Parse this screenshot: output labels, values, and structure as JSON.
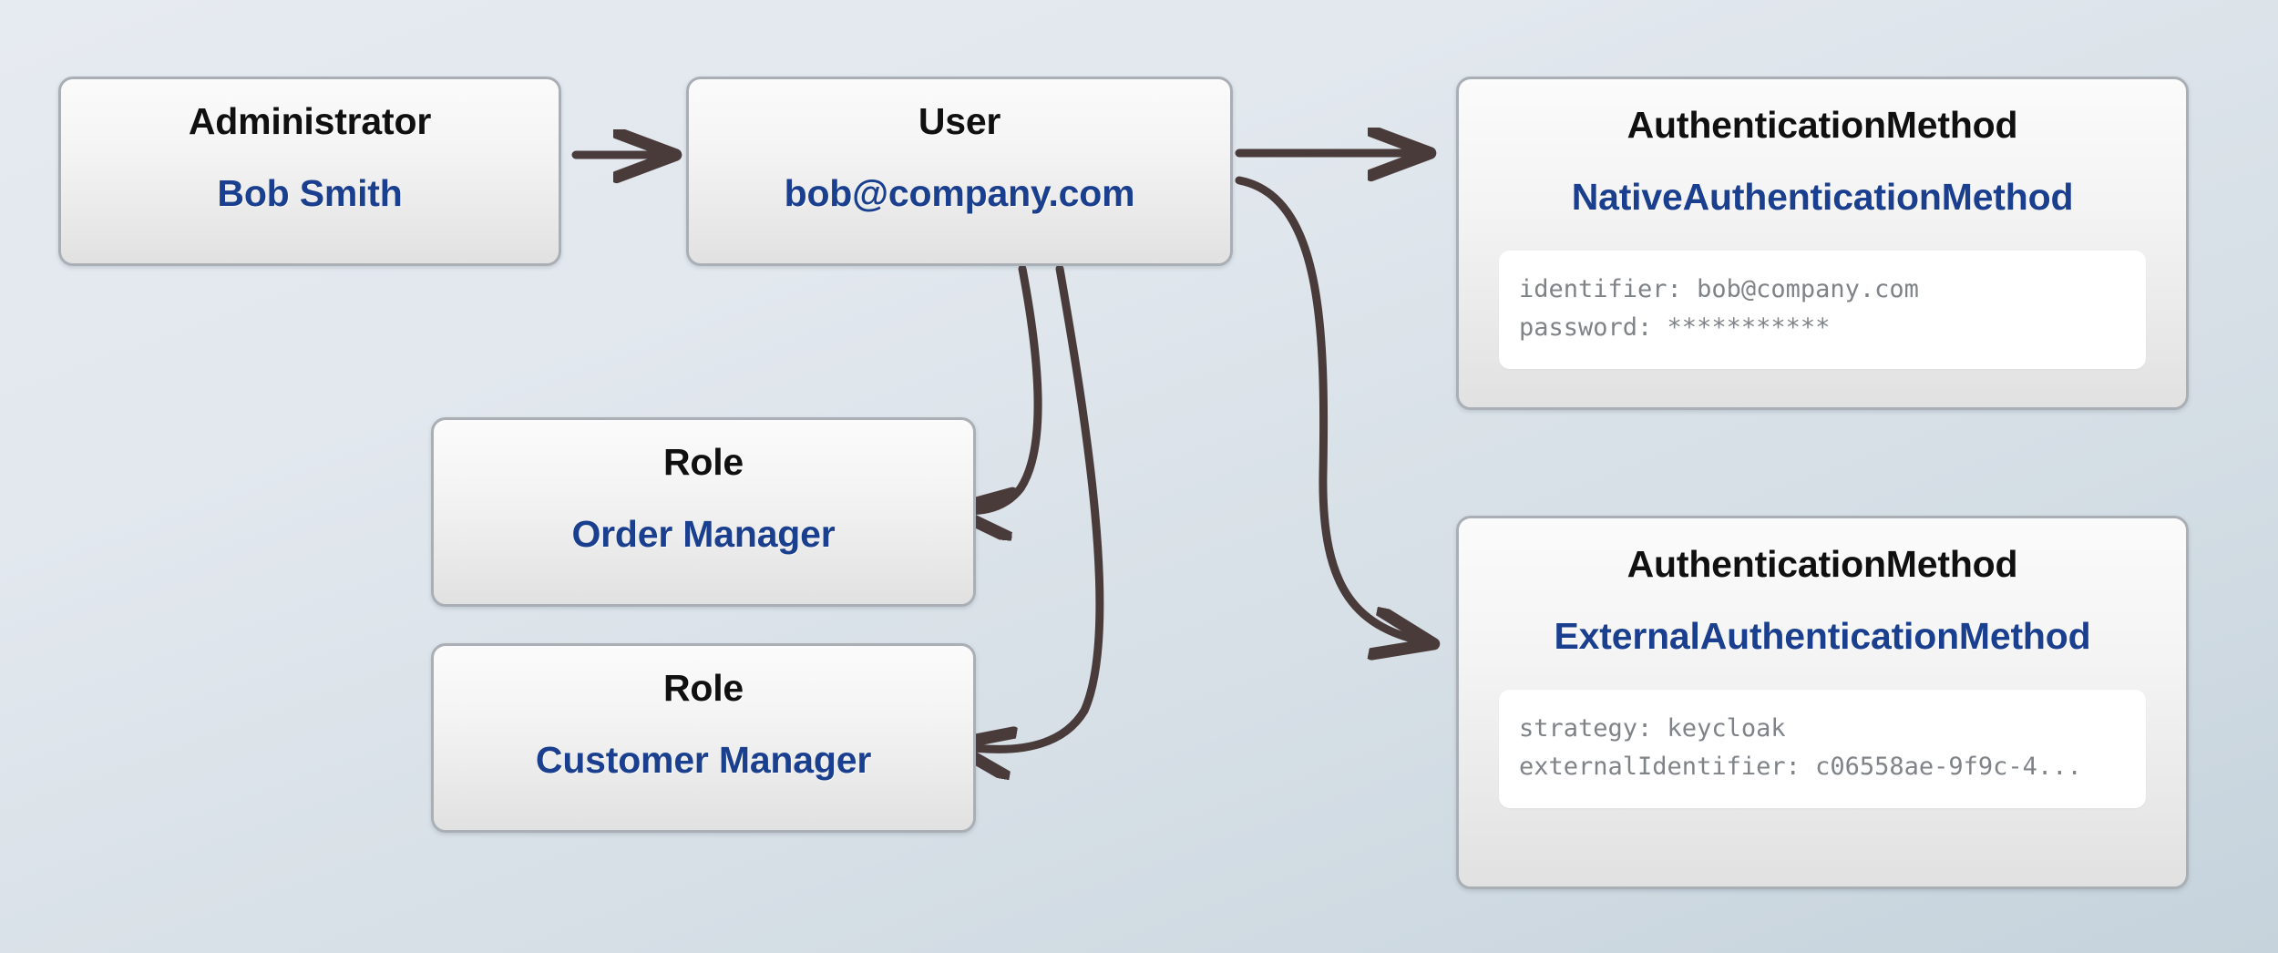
{
  "diagram": {
    "title": "User authentication and roles entity diagram",
    "background_top": "#e6eaf1",
    "background_bottom": "#c6d3dc",
    "edge_color": "#4a3b3b",
    "node_border_color": "#a9afb5",
    "node_name_color": "#1a3f8f",
    "node_type_color": "#101010",
    "code_text_color": "#7f8387"
  },
  "nodes": {
    "administrator": {
      "type": "Administrator",
      "name": "Bob Smith"
    },
    "user": {
      "type": "User",
      "name": "bob@company.com"
    },
    "role_order": {
      "type": "Role",
      "name": "Order Manager"
    },
    "role_customer": {
      "type": "Role",
      "name": "Customer Manager"
    },
    "auth_native": {
      "type": "AuthenticationMethod",
      "name": "NativeAuthenticationMethod",
      "code": [
        "identifier: bob@company.com",
        "password: ***********"
      ]
    },
    "auth_external": {
      "type": "AuthenticationMethod",
      "name": "ExternalAuthenticationMethod",
      "code": [
        "strategy: keycloak",
        "externalIdentifier: c06558ae-9f9c-4..."
      ]
    }
  },
  "edges": [
    {
      "id": "administrator-to-user",
      "from": "administrator",
      "to": "user"
    },
    {
      "id": "user-to-auth-native",
      "from": "user",
      "to": "auth_native"
    },
    {
      "id": "user-to-auth-external",
      "from": "user",
      "to": "auth_external"
    },
    {
      "id": "user-to-role-order-manager",
      "from": "user",
      "to": "role_order"
    },
    {
      "id": "user-to-role-customer-manager",
      "from": "user",
      "to": "role_customer"
    }
  ]
}
